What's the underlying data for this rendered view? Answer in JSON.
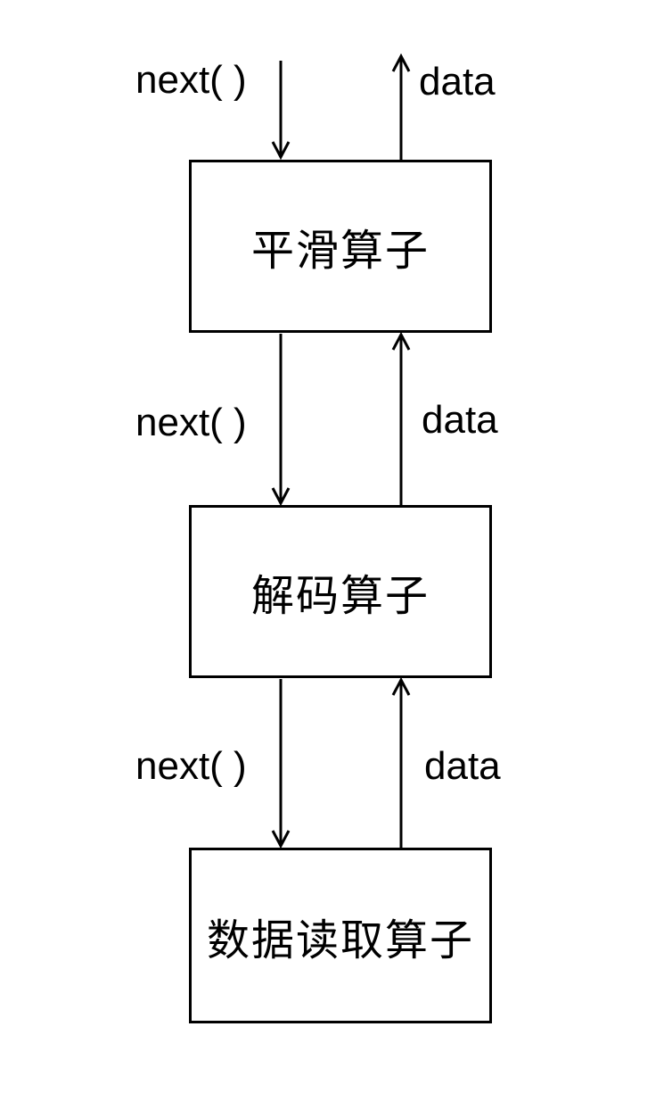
{
  "diagram": {
    "title": "operator-pipeline-diagram",
    "colors": {
      "ink": "#000000",
      "background": "#ffffff"
    },
    "boxes": [
      {
        "label": "平滑算子"
      },
      {
        "label": "解码算子"
      },
      {
        "label": "数据读取算子"
      }
    ],
    "edges": [
      {
        "call": "next( )",
        "ret": "data"
      },
      {
        "call": "next( )",
        "ret": "data"
      },
      {
        "call": "next( )",
        "ret": "data"
      }
    ]
  }
}
